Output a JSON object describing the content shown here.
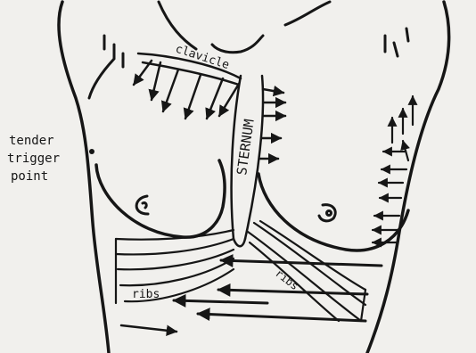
{
  "labels": {
    "clavicle": "clavicle",
    "sternum": "STERNUM",
    "tender_line1": "tender",
    "tender_line2": "trigger",
    "tender_line3": "point",
    "ribs_left": "ribs",
    "ribs_right": "ribs"
  },
  "colors": {
    "paper": "#f1f0ed",
    "ink": "#161616"
  }
}
